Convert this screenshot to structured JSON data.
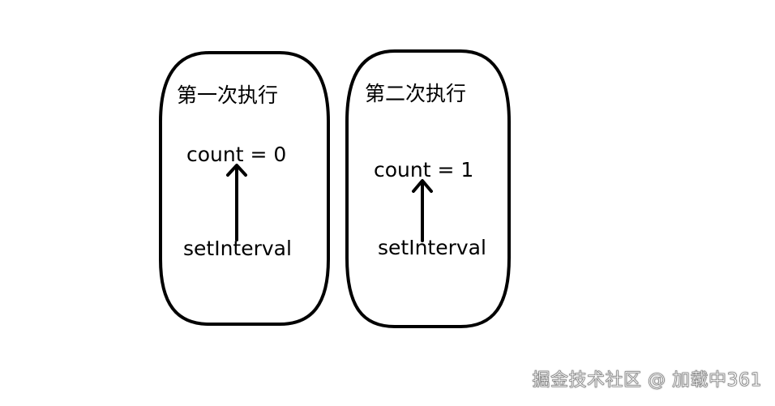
{
  "panels": [
    {
      "title": "第一次执行",
      "count_text": "count = 0",
      "source_text": "setInterval"
    },
    {
      "title": "第二次执行",
      "count_text": "count = 1",
      "source_text": "setInterval"
    }
  ],
  "watermark": "掘金技术社区 @ 加载中361",
  "colors": {
    "stroke": "#000000",
    "background": "#ffffff"
  }
}
